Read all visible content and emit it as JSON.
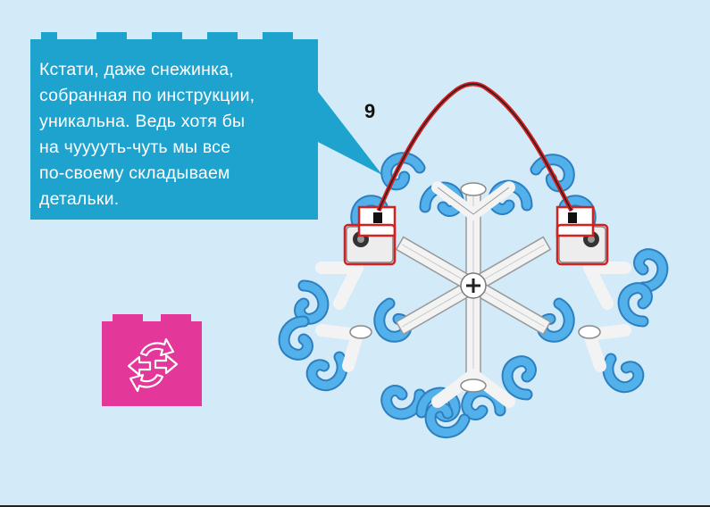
{
  "bubble": {
    "lines": [
      "Кстати, даже снежинка,",
      "собранная по инструкции,",
      "уникальна. Ведь хотя бы",
      "на чууууть-чуть мы все",
      "по-своему складываем",
      "детальки."
    ]
  },
  "step": {
    "number": "9"
  },
  "icons": {
    "rotate": "rotate-arrows-icon"
  },
  "colors": {
    "background": "#d3eaf8",
    "bubble": "#1ea3cf",
    "rotate_tile": "#e4379a",
    "snowflake_blue": "#3d9ee0",
    "frame_white": "#f2f2f2",
    "cable_red": "#d62020"
  }
}
